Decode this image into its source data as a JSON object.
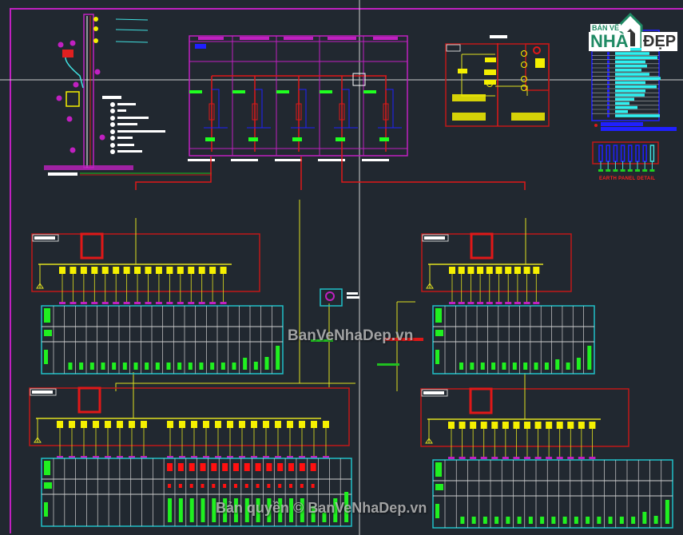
{
  "drawing": {
    "title": "Electrical single line diagram",
    "background": "#212830",
    "colors": {
      "frame": "#c020c0",
      "crosshair": "#ffffff",
      "busbar": "#e0e020",
      "panel_border": "#c01818",
      "breaker": "#f5f000",
      "table_border": "#20c0c8",
      "cable_green": "#20ff20",
      "main_red": "#e01818",
      "blue": "#2020ff",
      "cyan": "#40e0e0"
    }
  },
  "panels": [
    {
      "id": "panel-top-left",
      "breaker_count": 16
    },
    {
      "id": "panel-top-right",
      "breaker_count": 10
    },
    {
      "id": "panel-bottom-left",
      "breaker_count": 22
    },
    {
      "id": "panel-bottom-right",
      "breaker_count": 14
    }
  ],
  "earth_panel": {
    "caption": "EARTH PANEL DETAIL",
    "terminal_count": 8
  },
  "logo": {
    "line1": "BẢN VẼ",
    "line2": "NHÀ",
    "line3": "ĐẸP"
  },
  "watermarks": {
    "center": "BanVeNhaDep.vn",
    "bottom": "Bản quyền © BanVeNhaDep.vn"
  }
}
